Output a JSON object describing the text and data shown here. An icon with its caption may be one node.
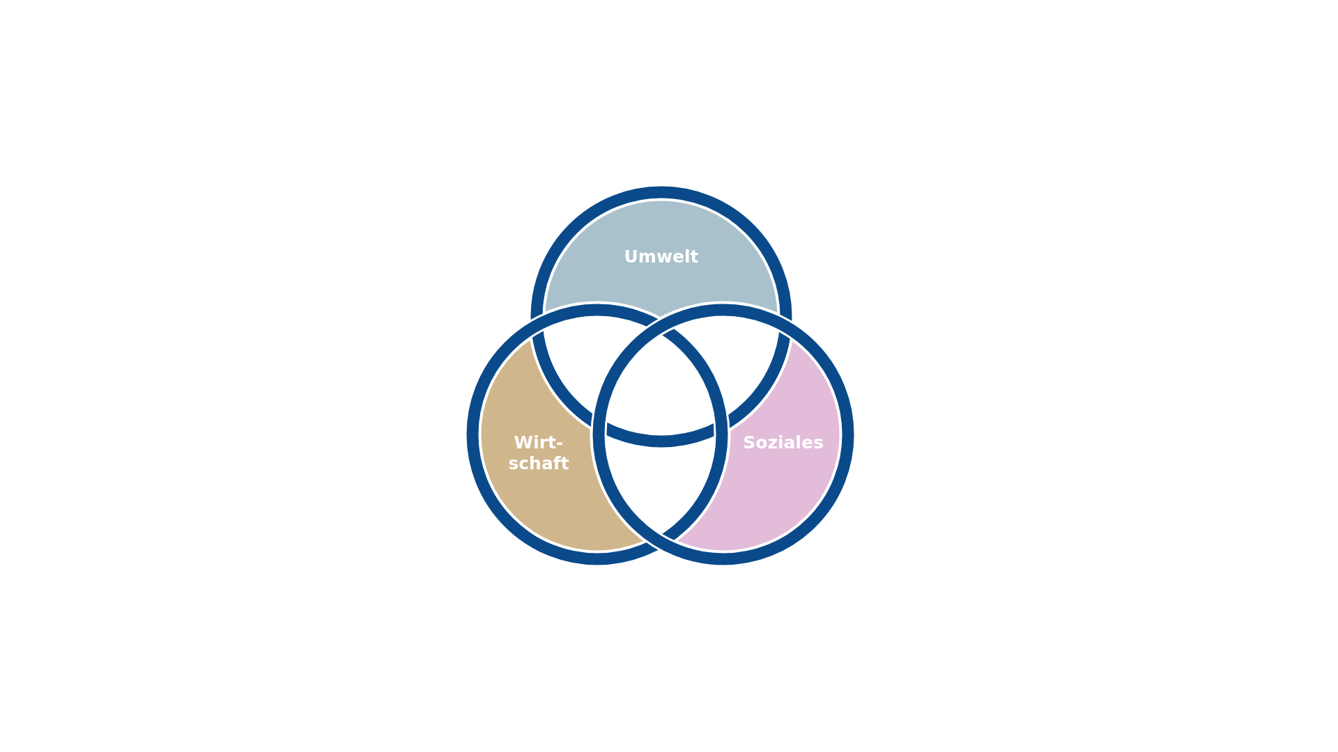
{
  "diagram": {
    "nodes": [
      {
        "text": [
          "Umwelt"
        ]
      },
      {
        "text": [
          "Wirt- schaft"
        ]
      },
      {
        "text": [
          "Soziales"
        ]
      }
    ]
  }
}
